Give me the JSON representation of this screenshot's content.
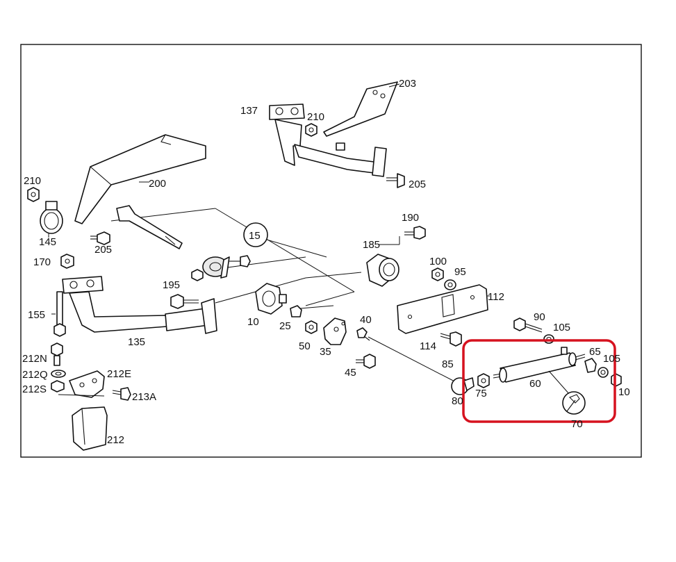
{
  "diagram": {
    "labels": {
      "p203": "203",
      "p137": "137",
      "p210a": "210",
      "p205a": "205",
      "p200": "200",
      "p210b": "210",
      "p145": "145",
      "p205b": "205",
      "p15": "15",
      "p190": "190",
      "p185": "185",
      "p170": "170",
      "p100": "100",
      "p95": "95",
      "p195": "195",
      "p112": "112",
      "p155": "155",
      "p10a": "10",
      "p25": "25",
      "p40": "40",
      "p90": "90",
      "p105a": "105",
      "p135": "135",
      "p114": "114",
      "p50": "50",
      "p35": "35",
      "p212N": "212N",
      "p65": "65",
      "p105b": "105",
      "p85": "85",
      "p212Q": "212Q",
      "p212E": "212E",
      "p45": "45",
      "p60": "60",
      "p212S": "212S",
      "p213A": "213A",
      "p75": "75",
      "p10b": "10",
      "p80": "80",
      "p70": "70",
      "p212": "212"
    },
    "highlight_color": "#d6121f",
    "line_color": "#111111"
  }
}
